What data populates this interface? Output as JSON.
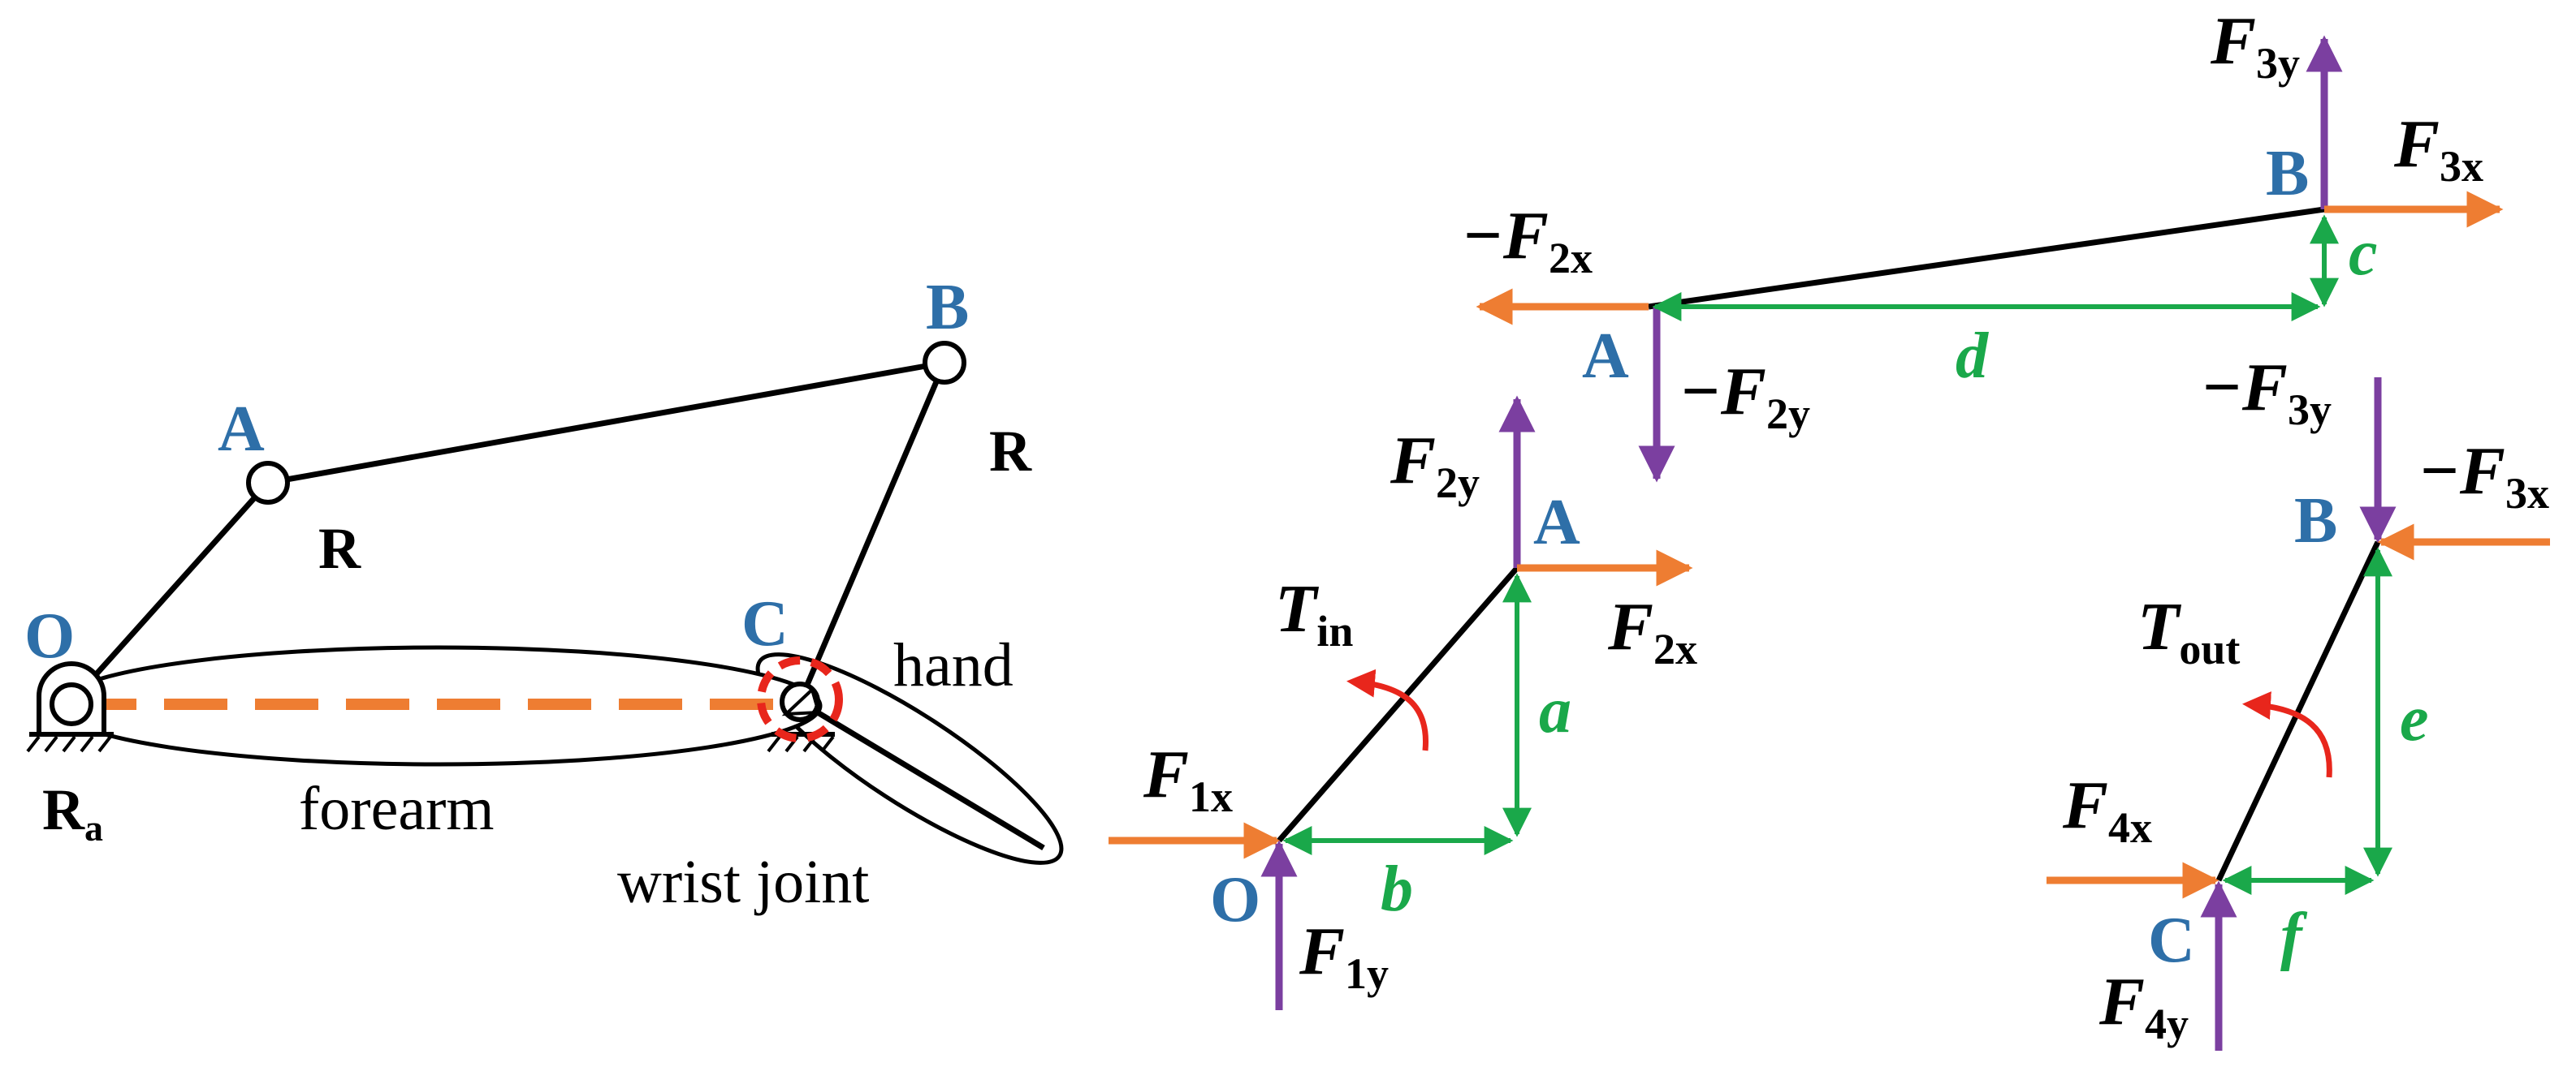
{
  "colors": {
    "point_label": "#2e6fa8",
    "horizontal_force": "#ee7d32",
    "vertical_force": "#7b3fa0",
    "dimension": "#1aa84a",
    "torque": "#e8261c",
    "link": "#000000"
  },
  "mechanism": {
    "points": {
      "O": "O",
      "A": "A",
      "B": "B",
      "C": "C"
    },
    "joint_labels": {
      "R_A": "R",
      "R_B": "R",
      "Ra_main": "R",
      "Ra_sub": "a"
    },
    "body_labels": {
      "forearm": "forearm",
      "hand": "hand",
      "wrist": "wrist joint"
    }
  },
  "coupler_fbd": {
    "point_A": "A",
    "point_B": "B",
    "F3y": {
      "main": "F",
      "sub": "3y"
    },
    "F3x": {
      "main": "F",
      "sub": "3x"
    },
    "mF2x": {
      "main": "−F",
      "sub": "2x"
    },
    "mF2y": {
      "main": "−F",
      "sub": "2y"
    },
    "dim_c": "c",
    "dim_d": "d"
  },
  "input_fbd": {
    "point_O": "O",
    "point_A": "A",
    "F2y": {
      "main": "F",
      "sub": "2y"
    },
    "F2x": {
      "main": "F",
      "sub": "2x"
    },
    "F1x": {
      "main": "F",
      "sub": "1x"
    },
    "F1y": {
      "main": "F",
      "sub": "1y"
    },
    "Tin": {
      "main": "T",
      "sub": "in"
    },
    "dim_a": "a",
    "dim_b": "b"
  },
  "output_fbd": {
    "point_B": "B",
    "point_C": "C",
    "mF3y": {
      "main": "−F",
      "sub": "3y"
    },
    "mF3x": {
      "main": "−F",
      "sub": "3x"
    },
    "F4x": {
      "main": "F",
      "sub": "4x"
    },
    "F4y": {
      "main": "F",
      "sub": "4y"
    },
    "Tout": {
      "main": "T",
      "sub": "out"
    },
    "dim_e": "e",
    "dim_f": "f"
  }
}
